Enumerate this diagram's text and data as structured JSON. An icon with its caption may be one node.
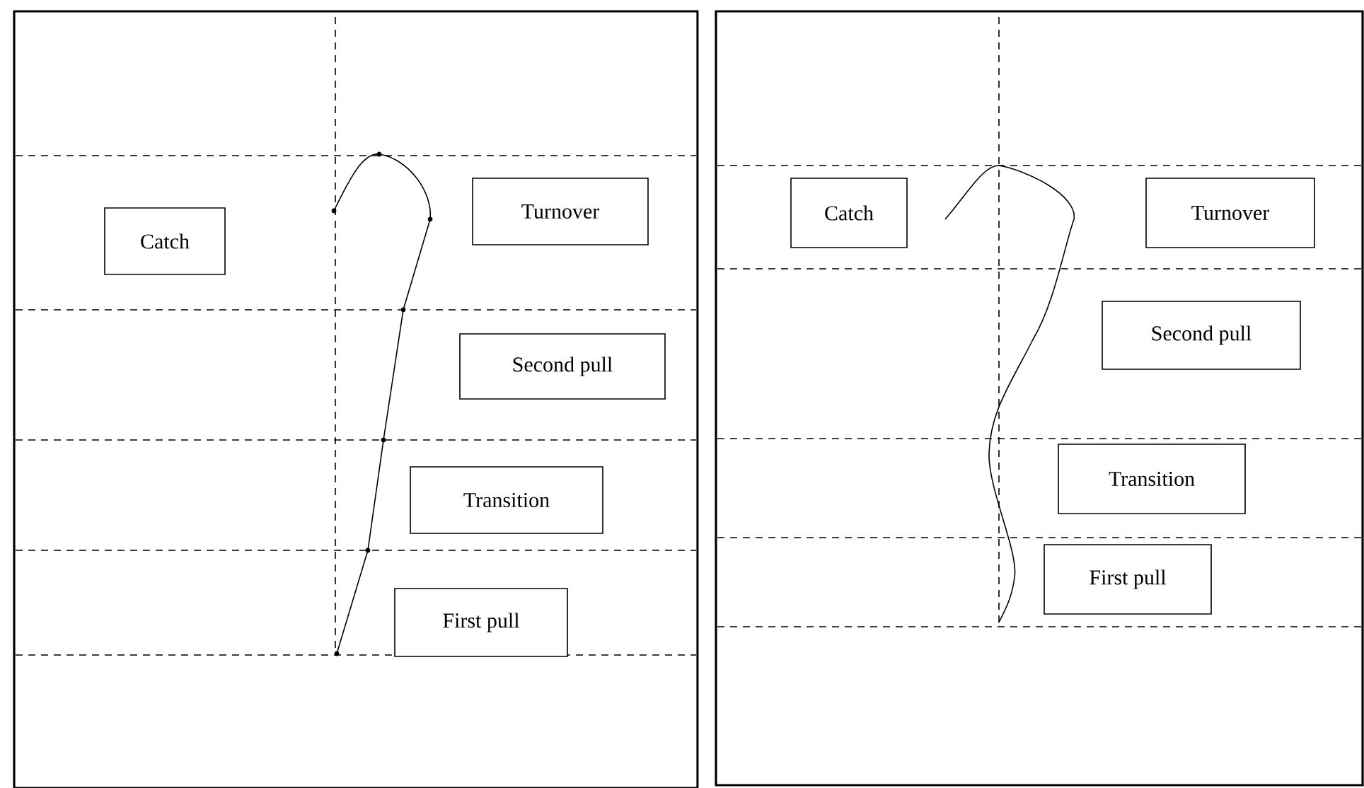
{
  "diagram": {
    "nodes": [
      {
        "text": [
          "Catch"
        ]
      },
      {
        "text": [
          "Turnover"
        ]
      },
      {
        "text": [
          "Second pull"
        ]
      },
      {
        "text": [
          "Transition"
        ]
      },
      {
        "text": [
          "First pull"
        ]
      },
      {
        "text": [
          "Catch"
        ]
      },
      {
        "text": [
          "Turnover"
        ]
      },
      {
        "text": [
          "Second pull"
        ]
      },
      {
        "text": [
          "Transition"
        ]
      },
      {
        "text": [
          "First pull"
        ]
      }
    ]
  }
}
